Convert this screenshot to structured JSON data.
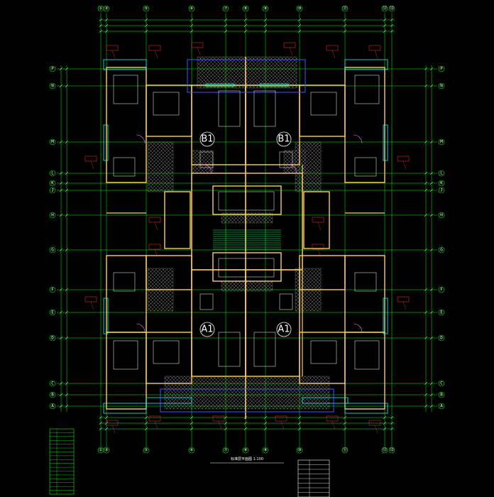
{
  "drawing": {
    "colors": {
      "background": "#000000",
      "axis": "#00ff00",
      "wall": "#ffd24a",
      "window": "#00ffff",
      "fixture": "#ffffff",
      "annotation": "#ff3030",
      "hatch": "#9a9a9a",
      "balcony": "#3a5cff",
      "door": "#ff66ff"
    },
    "unit_labels": [
      "B1",
      "B1",
      "A1",
      "A1"
    ],
    "vertical_axes_top": [
      "①",
      "③",
      "⑤",
      "⑥",
      "⑦",
      "⑧",
      "⑨",
      "⑩",
      "⑪",
      "⑫",
      "⑬"
    ],
    "vertical_axes_bottom": [
      "①",
      "③",
      "⑤",
      "⑥",
      "⑦",
      "⑧",
      "⑨",
      "⑩",
      "⑪",
      "⑫",
      "⑬"
    ],
    "horizontal_axes_left": [
      "P",
      "N",
      "M",
      "L",
      "K",
      "J",
      "H",
      "G",
      "F",
      "E",
      "D",
      "C",
      "B",
      "A"
    ],
    "horizontal_axes_right": [
      "P",
      "N",
      "M",
      "L",
      "K",
      "J",
      "H",
      "G",
      "F",
      "E",
      "D",
      "C",
      "B",
      "A"
    ],
    "sheet_title": "标准层平面图 1:100",
    "legend_table_rows": 17,
    "area_table_rows": 8
  }
}
